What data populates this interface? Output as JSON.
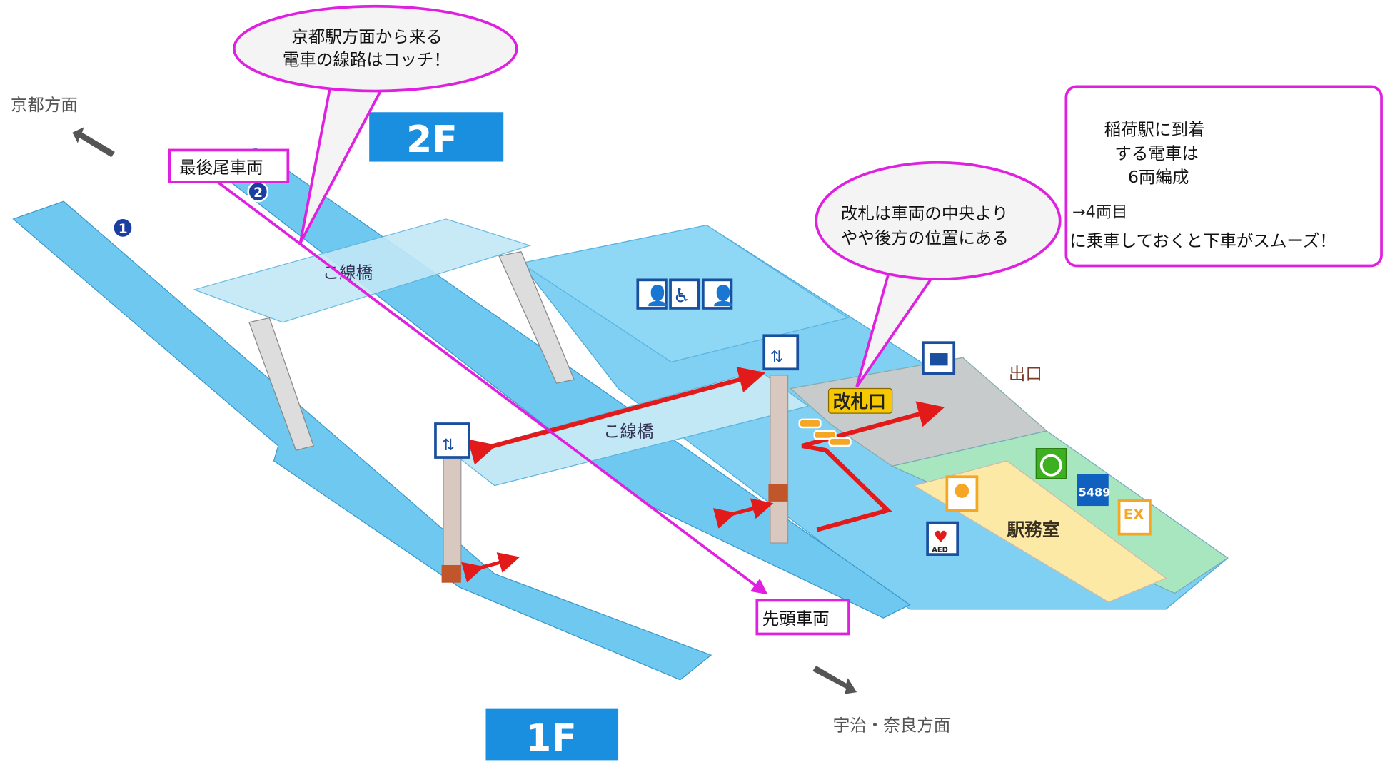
{
  "directions": {
    "kyoto": "京都方面",
    "uji_nara": "宇治・奈良方面"
  },
  "floors": {
    "upper": "2F",
    "lower": "1F"
  },
  "platforms": {
    "one": "1",
    "two": "2"
  },
  "bridges": {
    "upper": "こ線橋",
    "lower": "こ線橋"
  },
  "callouts": {
    "track_line1": "京都駅方面から来る",
    "track_line2": "電車の線路はコッチ！",
    "gate_line1": "改札は車両の中央より",
    "gate_line2": "やや後方の位置にある",
    "info_line1": "稲荷駅に到着",
    "info_line2": "する電車は",
    "info_line3": "6両編成",
    "info_line4": "→4両目",
    "info_line5": "に乗車しておくと下車がスムーズ！"
  },
  "car_labels": {
    "rear": "最後尾車両",
    "front": "先頭車両"
  },
  "facilities": {
    "ticket_gate": "改札口",
    "exit": "出口",
    "station_office": "駅務室",
    "aed": "AED",
    "ticket_machine_number": "5489",
    "ex": "EX"
  },
  "colors": {
    "platform": "#6ec8ef",
    "bridge": "#bfe6f5",
    "gate_area": "#c8cccc",
    "office": "#fde9a6",
    "green_area": "#a6e6bf",
    "highlight": "#e020e0",
    "route": "#e21a1a",
    "floor_badge": "#1a8fe0"
  }
}
